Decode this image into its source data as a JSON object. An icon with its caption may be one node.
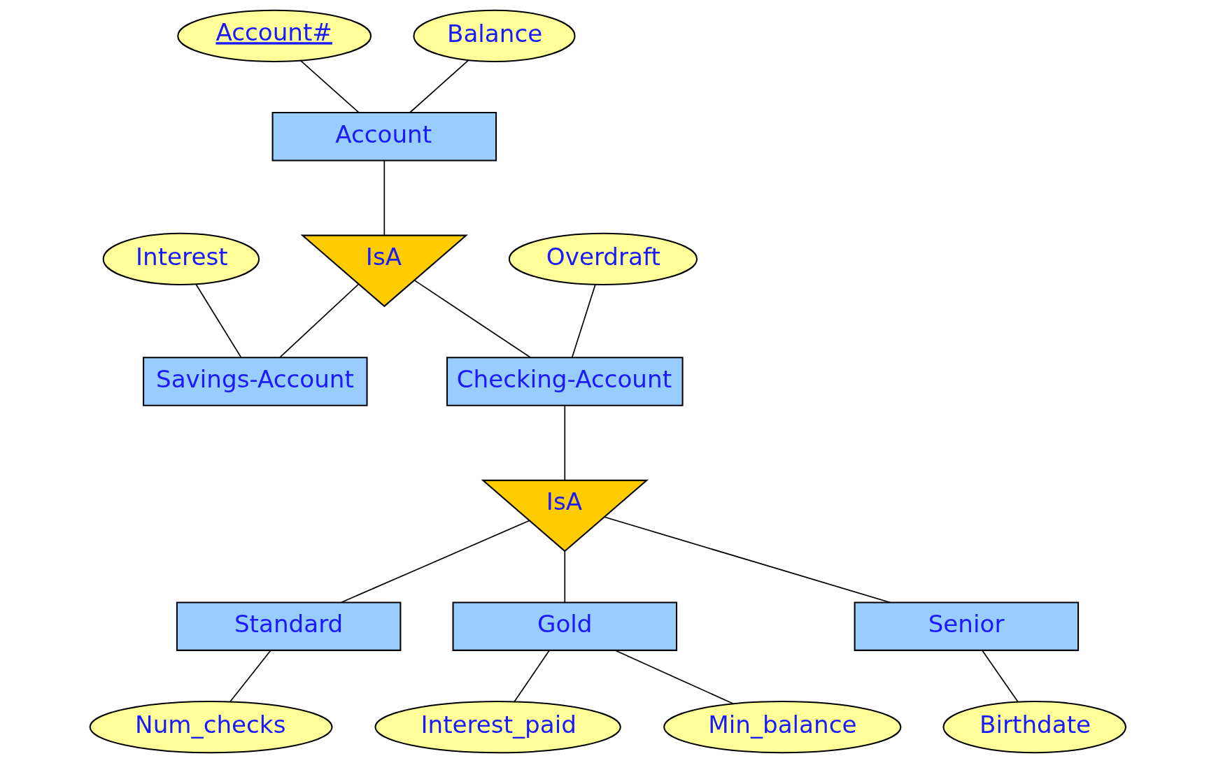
{
  "diagram": {
    "nodes": [
      {
        "text": [
          "Account#"
        ]
      },
      {
        "text": [
          "Balance"
        ]
      },
      {
        "text": [
          "Account"
        ]
      },
      {
        "text": [
          "IsA"
        ]
      },
      {
        "text": [
          "Interest"
        ]
      },
      {
        "text": [
          "Overdraft"
        ]
      },
      {
        "text": [
          "Savings-Account"
        ]
      },
      {
        "text": [
          "Checking-Account"
        ]
      },
      {
        "text": [
          "IsA"
        ]
      },
      {
        "text": [
          "Standard"
        ]
      },
      {
        "text": [
          "Gold"
        ]
      },
      {
        "text": [
          "Senior"
        ]
      },
      {
        "text": [
          "Num_checks"
        ]
      },
      {
        "text": [
          "Interest_paid"
        ]
      },
      {
        "text": [
          "Min_balance"
        ]
      },
      {
        "text": [
          "Birthdate"
        ]
      }
    ],
    "edges": [
      {
        "from": 0,
        "to": 2,
        "arrow": "none"
      },
      {
        "from": 1,
        "to": 2,
        "arrow": "none"
      },
      {
        "from": 2,
        "to": 3,
        "arrow": "none"
      },
      {
        "from": 3,
        "to": 6,
        "arrow": "none"
      },
      {
        "from": 3,
        "to": 7,
        "arrow": "none"
      },
      {
        "from": 4,
        "to": 6,
        "arrow": "none"
      },
      {
        "from": 5,
        "to": 7,
        "arrow": "none"
      },
      {
        "from": 7,
        "to": 8,
        "arrow": "none"
      },
      {
        "from": 8,
        "to": 9,
        "arrow": "none"
      },
      {
        "from": 8,
        "to": 10,
        "arrow": "none"
      },
      {
        "from": 8,
        "to": 11,
        "arrow": "none"
      },
      {
        "from": 9,
        "to": 12,
        "arrow": "none"
      },
      {
        "from": 10,
        "to": 13,
        "arrow": "none"
      },
      {
        "from": 10,
        "to": 14,
        "arrow": "none"
      },
      {
        "from": 11,
        "to": 15,
        "arrow": "none"
      }
    ]
  }
}
